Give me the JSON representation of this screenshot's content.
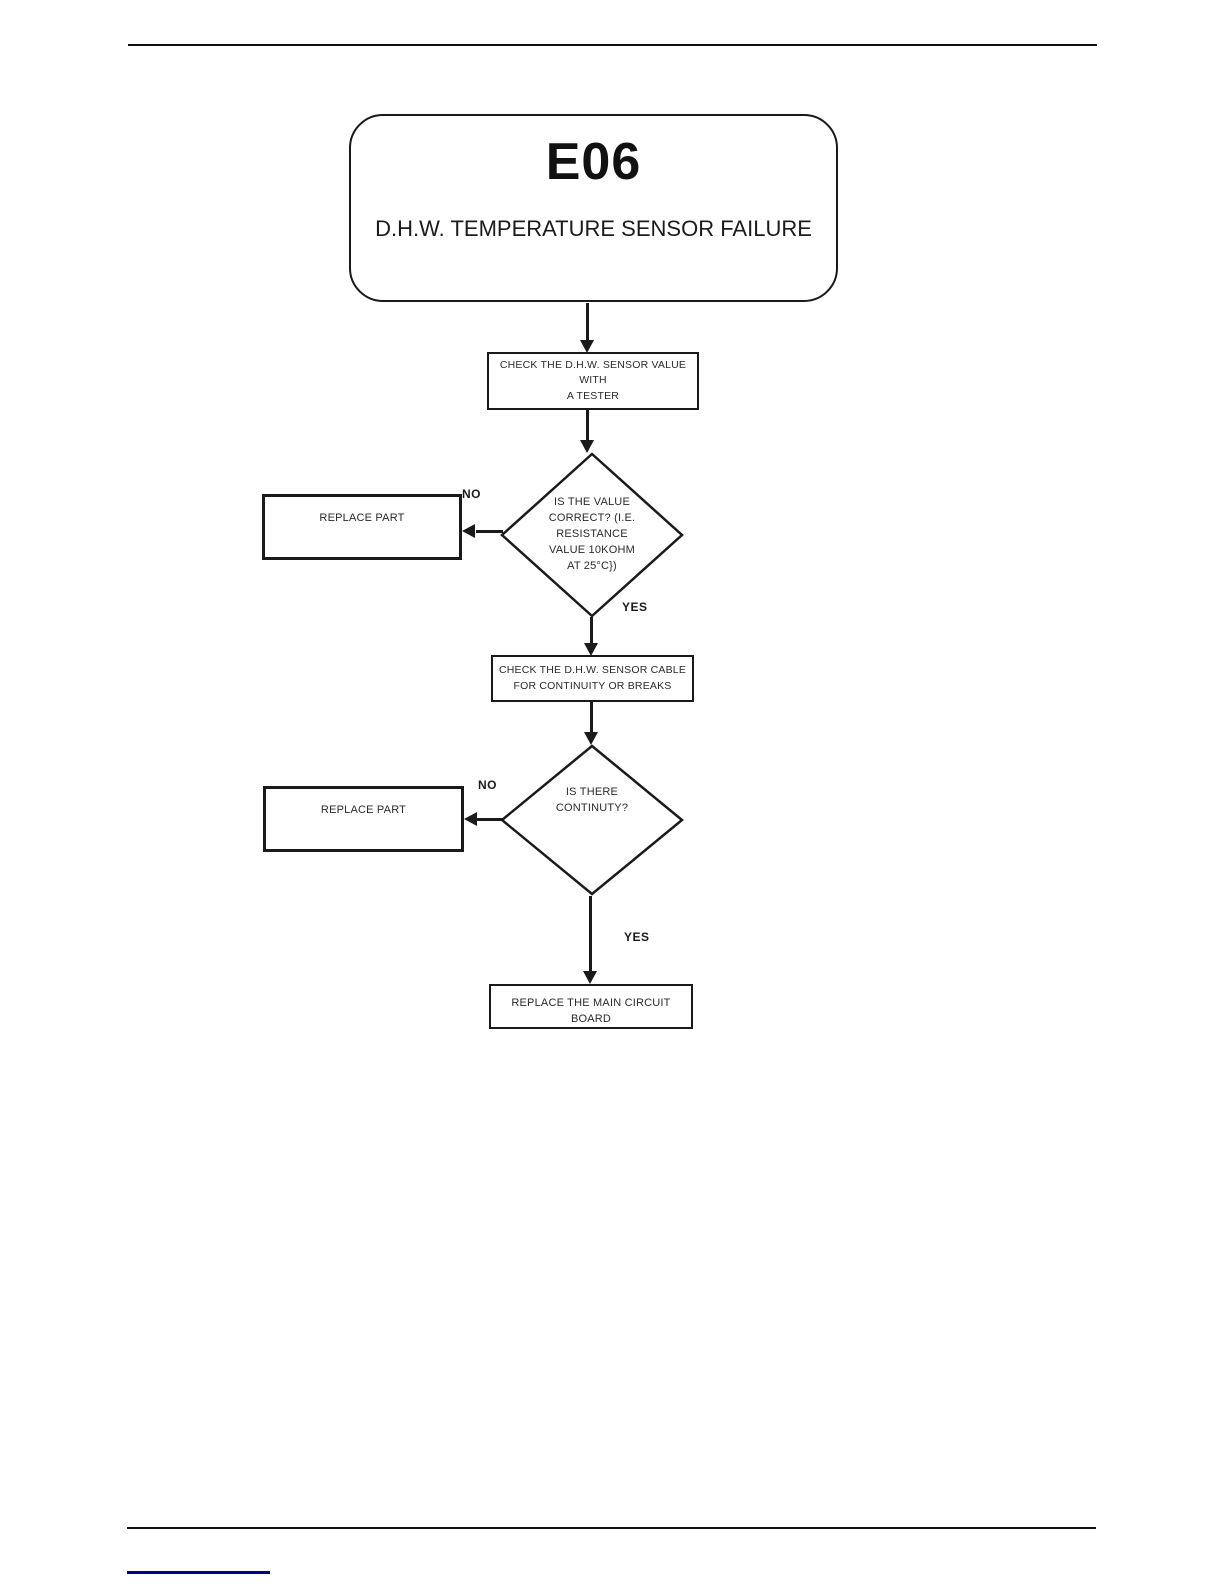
{
  "colors": {
    "ink": "#1a1a1a",
    "footer_link_rule": "#00008b"
  },
  "flowchart": {
    "terminator": {
      "code": "E06",
      "title": "D.H.W. TEMPERATURE SENSOR FAILURE"
    },
    "step1": {
      "lines": [
        "CHECK THE D.H.W. SENSOR VALUE WITH",
        "A TESTER"
      ]
    },
    "decision1": {
      "lines": [
        "IS THE VALUE",
        "CORRECT? (I.E.",
        "RESISTANCE",
        "VALUE 10KOHM",
        "AT 25°C})"
      ],
      "no_label": "NO",
      "yes_label": "YES"
    },
    "replace1": {
      "label": "REPLACE PART"
    },
    "step2": {
      "lines": [
        "CHECK THE D.H.W. SENSOR CABLE",
        "FOR CONTINUITY OR BREAKS"
      ]
    },
    "decision2": {
      "lines": [
        "IS THERE",
        "CONTINUTY?"
      ],
      "no_label": "NO",
      "yes_label": "YES"
    },
    "replace2": {
      "label": "REPLACE PART"
    },
    "final": {
      "label": "REPLACE THE MAIN CIRCUIT BOARD"
    }
  }
}
